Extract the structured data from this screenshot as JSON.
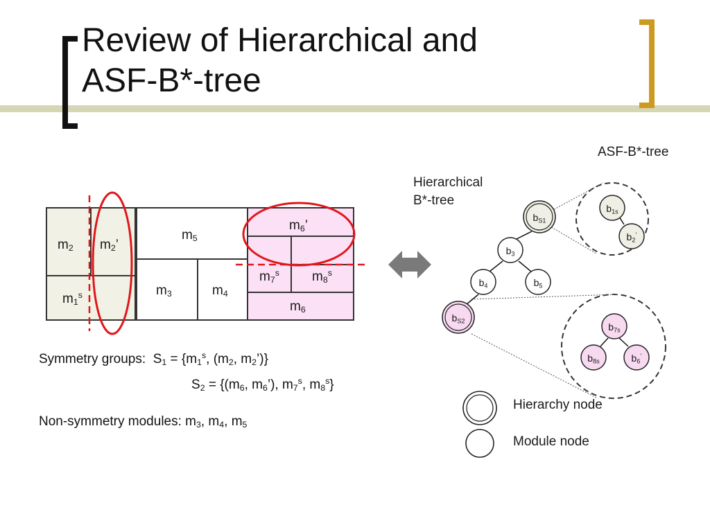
{
  "title": {
    "line1": "Review of Hierarchical and",
    "line2": "ASF-B*-tree"
  },
  "colors": {
    "accent": "#cc9a1e",
    "bar": "#d6d6b4",
    "red": "#e0161a",
    "module_fill": "#f1f1e6",
    "symm_fill": "#fbe0f6",
    "arrow": "#7a7a7a"
  },
  "floorplan": {
    "m2": {
      "base": "m",
      "sub": "2"
    },
    "m2p": {
      "base": "m",
      "sub": "2",
      "tail": "’"
    },
    "m1s": {
      "base": "m",
      "sub": "1",
      "sup": "s"
    },
    "m5": {
      "base": "m",
      "sub": "5"
    },
    "m3": {
      "base": "m",
      "sub": "3"
    },
    "m4": {
      "base": "m",
      "sub": "4"
    },
    "m6p": {
      "base": "m",
      "sub": "6",
      "tail": "’"
    },
    "m7s": {
      "base": "m",
      "sub": "7",
      "sup": "s"
    },
    "m8s": {
      "base": "m",
      "sub": "8",
      "sup": "s"
    },
    "m6": {
      "base": "m",
      "sub": "6"
    }
  },
  "tree": {
    "asf_label": "ASF-B*-tree",
    "hier_label_1": "Hierarchical",
    "hier_label_2": "B*-tree",
    "nodes": {
      "bS1": {
        "base": "b",
        "sub": "S1"
      },
      "b3": {
        "base": "b",
        "sub": "3"
      },
      "b4": {
        "base": "b",
        "sub": "4"
      },
      "b5": {
        "base": "b",
        "sub": "5"
      },
      "bS2": {
        "base": "b",
        "sub": "S2"
      },
      "b1s": {
        "base": "b",
        "sub": "1s"
      },
      "b2p": {
        "base": "b",
        "sub": "2",
        "sup": "’"
      },
      "b7s": {
        "base": "b",
        "sub": "7s"
      },
      "b8s": {
        "base": "b",
        "sub": "8s"
      },
      "b6p": {
        "base": "b",
        "sub": "6",
        "sup": "’"
      }
    }
  },
  "legend": {
    "hierarchy": "Hierarchy node",
    "module": "Module node"
  },
  "symmetry": {
    "label": "Symmetry groups:",
    "s1": {
      "name": "S",
      "sub": "1",
      "p1": " = {m",
      "p1sub": "1",
      "p1sup": "s",
      "p2": ", (m",
      "p2sub": "2",
      "p3": ", m",
      "p3sub": "2",
      "p4": "’)}"
    },
    "s2": {
      "name": "S",
      "sub": "2",
      "p1": " = {(m",
      "p1sub": "6",
      "p2": ", m",
      "p2sub": "6",
      "p3": "’), m",
      "p3sub": "7",
      "p3sup": "s",
      "p4": ", m",
      "p4sub": "8",
      "p4sup": "s",
      "p5": "}"
    }
  },
  "nonsym": {
    "label": "Non-symmetry modules: m",
    "s1": "3",
    "c1": ", m",
    "s2": "4",
    "c2": ", m",
    "s3": "5"
  }
}
